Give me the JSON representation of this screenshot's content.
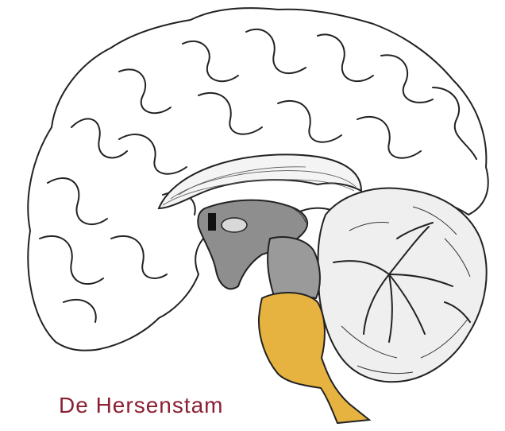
{
  "caption": {
    "text": "De Hersenstam"
  },
  "colors": {
    "caption": "#8b1f33",
    "brainstem_fill": "#e6b240",
    "ventricle_fill": "#8e8e8e",
    "outline": "#222222",
    "background": "#ffffff"
  },
  "regions": [
    "cerebrum",
    "corpus-callosum",
    "thalamus",
    "cerebellum",
    "brainstem"
  ],
  "highlighted_region": "brainstem"
}
